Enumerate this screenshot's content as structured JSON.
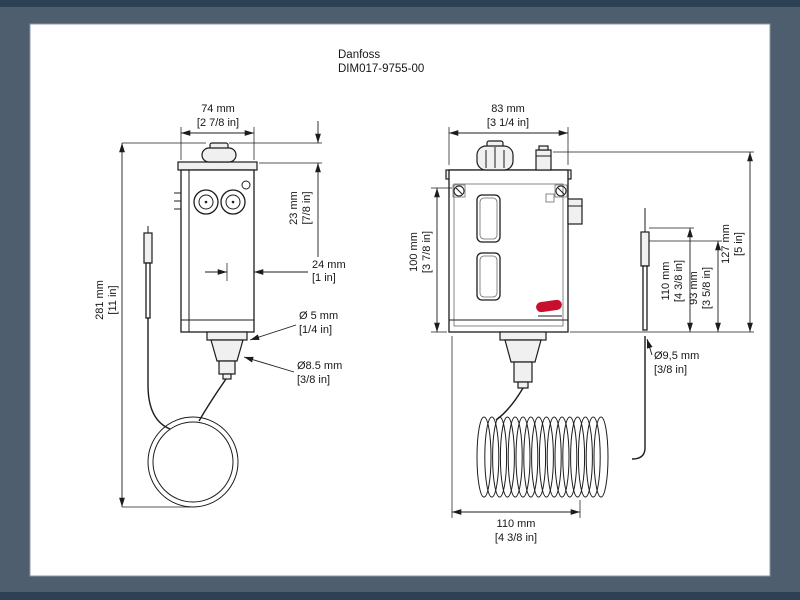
{
  "title": {
    "brand": "Danfoss",
    "doc_id": "DIM017-9755-00"
  },
  "left_view": {
    "dims": {
      "width": {
        "mm": "74 mm",
        "inch": "[2 7/8 in]"
      },
      "knob_height": {
        "mm": "23 mm",
        "inch": "[7/8 in]"
      },
      "stem_offset": {
        "mm": "24 mm",
        "inch": "[1 in]"
      },
      "capillary_diameter": {
        "mm": "Ø 5 mm",
        "inch": "[1/4 in]"
      },
      "stem_diameter": {
        "mm": "Ø8.5 mm",
        "inch": "[3/8 in]"
      },
      "total_height": {
        "mm": "281 mm",
        "inch": "[11 in]"
      }
    }
  },
  "right_view": {
    "dims": {
      "width": {
        "mm": "83 mm",
        "inch": "[3 1/4 in]"
      },
      "body_height": {
        "mm": "100 mm",
        "inch": "[3 7/8 in]"
      },
      "sensor_length": {
        "mm": "110 mm",
        "inch": "[4 3/8 in]"
      },
      "sleeve_length": {
        "mm": "93 mm",
        "inch": "[3 5/8 in]"
      },
      "overall_height": {
        "mm": "127 mm",
        "inch": "[5 in]"
      },
      "sensor_diameter": {
        "mm": "Ø9,5 mm",
        "inch": "[3/8 in]"
      },
      "coil_width": {
        "mm": "110 mm",
        "inch": "[4 3/8 in]"
      }
    }
  },
  "colors": {
    "frame": "#4e5e6e",
    "frame_edge": "#2d4154",
    "paper": "#ffffff",
    "line": "#1c1c1c",
    "logo_red": "#c8102e"
  }
}
